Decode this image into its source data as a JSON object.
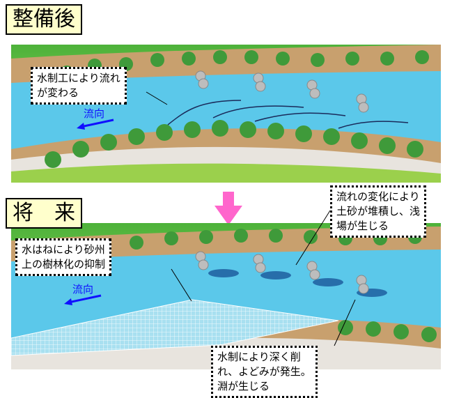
{
  "top": {
    "title": "整備後",
    "note": "水制工により流れ\nが変わる",
    "flow_label": "流向"
  },
  "bottom": {
    "title": "将　来",
    "note_left": "水はねにより砂州\n上の樹林化の抑制",
    "note_right_top": "流れの変化により\n土砂が堆積し、浅\n場が生じる",
    "note_right_bottom": "水制により深く削\nれ、よどみが発生。\n淵が生じる",
    "flow_label": "流向"
  },
  "colors": {
    "water": "#5bc8ea",
    "bank": "#c8a06e",
    "grass": "#5cb83a",
    "tree": "#3f9a3a",
    "arrow": "#ff66cc",
    "flow": "#1010ff"
  }
}
